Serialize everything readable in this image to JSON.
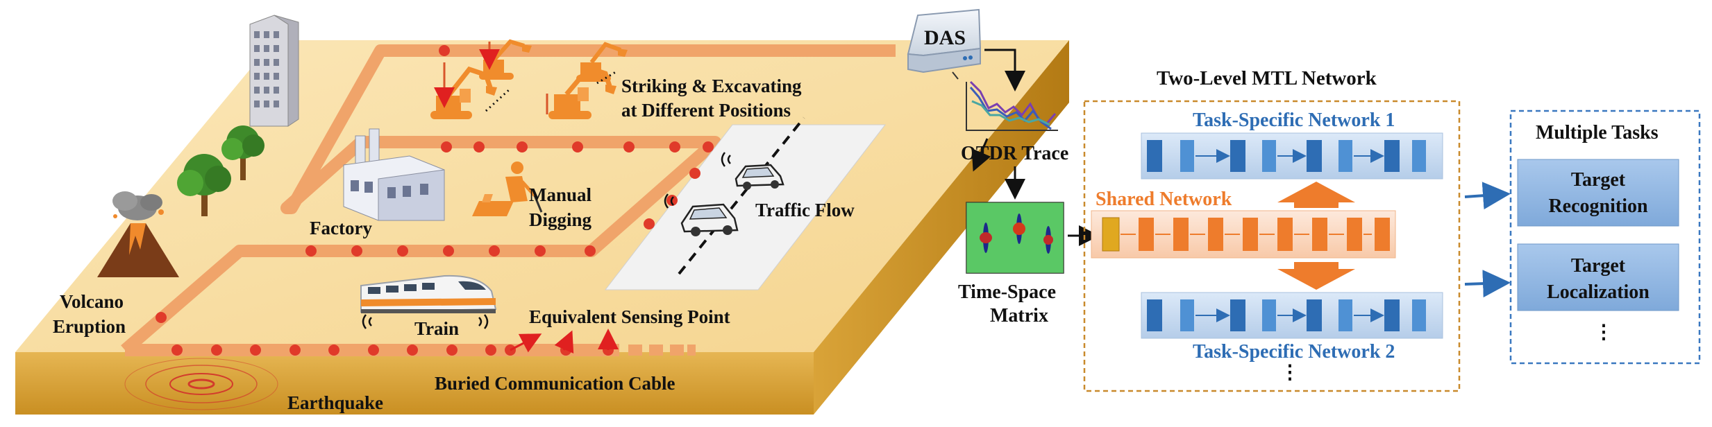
{
  "scene": {
    "das": "DAS",
    "strike_line1": "Striking & Excavating",
    "strike_line2": "at Different Positions",
    "manual_line1": "Manual",
    "manual_line2": "Digging",
    "factory": "Factory",
    "traffic": "Traffic Flow",
    "volcano_line1": "Volcano",
    "volcano_line2": "Eruption",
    "train": "Train",
    "sensing_point": "Equivalent Sensing Point",
    "cable": "Buried Communication Cable",
    "earthquake": "Earthquake"
  },
  "pipeline": {
    "otdr": "OTDR Trace",
    "matrix_line1": "Time-Space",
    "matrix_line2": "Matrix"
  },
  "network": {
    "title": "Two-Level MTL Network",
    "task1": "Task-Specific Network 1",
    "shared": "Shared Network",
    "task2": "Task-Specific Network 2",
    "vdots": "⋮"
  },
  "tasks": {
    "title": "Multiple Tasks",
    "t1_line1": "Target",
    "t1_line2": "Recognition",
    "t2_line1": "Target",
    "t2_line2": "Localization",
    "vdots": "⋮"
  },
  "colors": {
    "ground_top": "#f9dfa6",
    "ground_side": "#d9a63a",
    "cable": "#f0a46a",
    "sensing_dot": "#e03a2a",
    "icon_orange": "#f08c2c",
    "shared_orange": "#ee7c2c",
    "task_blue": "#2e6db4",
    "panel_border": "#c98a2c",
    "task_border": "#3a78c0"
  }
}
